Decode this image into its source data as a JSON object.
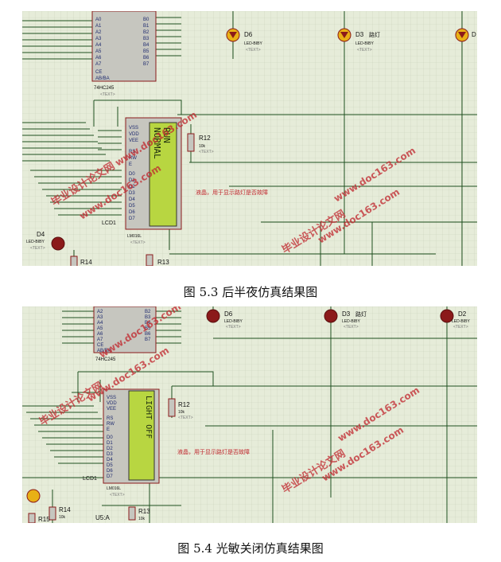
{
  "figures": [
    {
      "caption": "图 5.3  后半夜仿真结果图",
      "lcd": {
        "line1": "RUN",
        "line2": "NORMAL",
        "ref": "LCD1",
        "part": "LM016L",
        "tag": "<TEXT>",
        "pins": [
          "VSS",
          "VDD",
          "VEE",
          "RS",
          "RW",
          "E",
          "D0",
          "D1",
          "D2",
          "D3",
          "D4",
          "D5",
          "D6",
          "D7"
        ]
      },
      "ic": {
        "part": "74HC245",
        "tag": "<TEXT>",
        "a_pins": [
          "A0",
          "A1",
          "A2",
          "A3",
          "A4",
          "A5",
          "A6",
          "A7"
        ],
        "b_pins": [
          "B0",
          "B1",
          "B2",
          "B3",
          "B4",
          "B5",
          "B6",
          "B7"
        ],
        "ctrl": [
          "CE",
          "AB/BA"
        ]
      },
      "leds": [
        {
          "ref": "D6",
          "part": "LED-BIBY",
          "tag": "<TEXT>"
        },
        {
          "ref": "D3",
          "part": "LED-BIBY",
          "tag": "<TEXT>",
          "label": "路灯"
        },
        {
          "ref": "D",
          "part": "",
          "tag": ""
        },
        {
          "ref": "D4",
          "part": "LED-BIBY",
          "tag": "<TEXT>"
        }
      ],
      "resistors": [
        {
          "ref": "R12",
          "value": "10k",
          "tag": "<TEXT>"
        },
        {
          "ref": "R14",
          "value": ""
        },
        {
          "ref": "R13",
          "value": ""
        }
      ],
      "note": "液晶，用于显示路灯是否故障",
      "watermark": [
        "毕业设计论文网",
        "www.doc163.com"
      ]
    },
    {
      "caption": "图 5.4  光敏关闭仿真结果图",
      "lcd": {
        "line1": "LIGHT OFF",
        "line2": "",
        "ref": "LCD1",
        "part": "LM016L",
        "tag": "<TEXT>",
        "pins": [
          "VSS",
          "VDD",
          "VEE",
          "RS",
          "RW",
          "E",
          "D0",
          "D1",
          "D2",
          "D3",
          "D4",
          "D5",
          "D6",
          "D7"
        ]
      },
      "ic": {
        "part": "74HC245",
        "tag": "",
        "a_pins": [
          "A2",
          "A3",
          "A4",
          "A5",
          "A6",
          "A7"
        ],
        "b_pins": [
          "B2",
          "B3",
          "B4",
          "B5",
          "B6",
          "B7"
        ],
        "ctrl": [
          "CE",
          "AB/BA"
        ]
      },
      "leds": [
        {
          "ref": "D6",
          "part": "LED-BIBY",
          "tag": "<TEXT>"
        },
        {
          "ref": "D3",
          "part": "LED-BIBY",
          "tag": "<TEXT>",
          "label": "路灯"
        },
        {
          "ref": "D2",
          "part": "LED-BIBY",
          "tag": "<TEXT>"
        }
      ],
      "resistors": [
        {
          "ref": "R12",
          "value": "10k",
          "tag": "<TEXT>"
        },
        {
          "ref": "R14",
          "value": "10k"
        },
        {
          "ref": "R13",
          "value": "10k"
        },
        {
          "ref": "R15",
          "value": ""
        }
      ],
      "extra": "U5:A",
      "note": "液晶，用于显示路灯是否故障",
      "watermark": [
        "毕业设计论文网",
        "www.doc163.com"
      ]
    }
  ],
  "colors": {
    "wire": "#1e4f1e",
    "comp": "#8b1a1a",
    "body": "#c6c6bf",
    "lcd_bg": "#b8d641",
    "lcd_text": "#1f2d10",
    "grid": "#c9d1bb",
    "note": "#c0262d",
    "watermark": "#c0262d",
    "led_glow": "#e8b015"
  }
}
